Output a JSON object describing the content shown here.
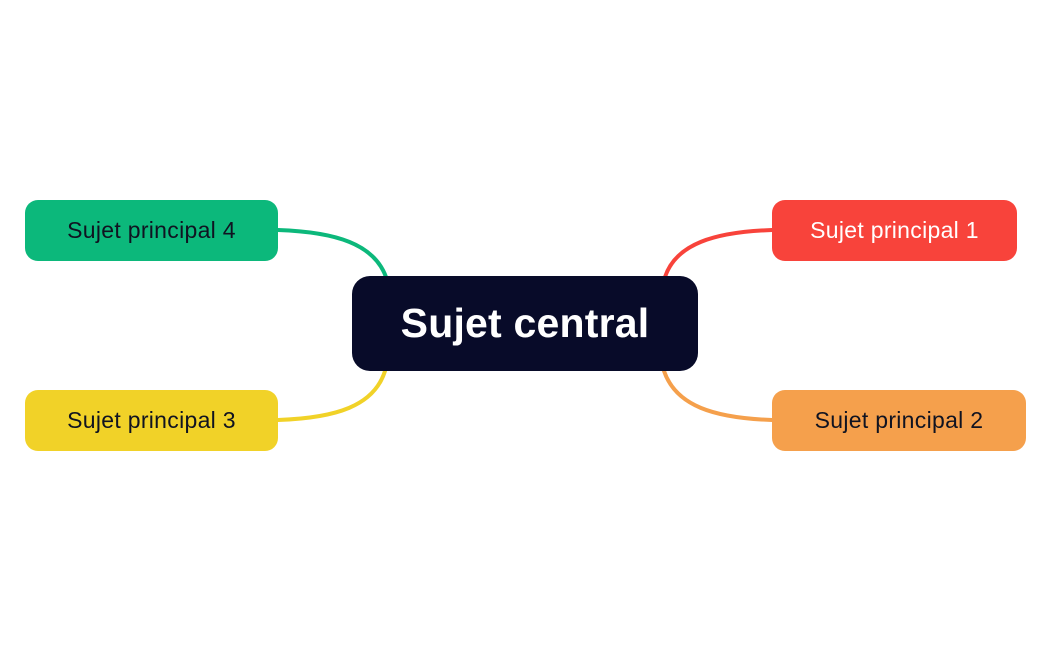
{
  "canvas": {
    "background": "#ffffff"
  },
  "central": {
    "label": "Sujet central",
    "color": "#080b29",
    "text_color": "#ffffff"
  },
  "branches": [
    {
      "label": "Sujet principal 1",
      "color": "#f8433b",
      "text_color": "#ffffff",
      "position": "top-right"
    },
    {
      "label": "Sujet principal 2",
      "color": "#f5a04c",
      "text_color": "#101321",
      "position": "bottom-right"
    },
    {
      "label": "Sujet principal 3",
      "color": "#f1d228",
      "text_color": "#101321",
      "position": "bottom-left"
    },
    {
      "label": "Sujet principal 4",
      "color": "#0cb87b",
      "text_color": "#101321",
      "position": "top-left"
    }
  ]
}
